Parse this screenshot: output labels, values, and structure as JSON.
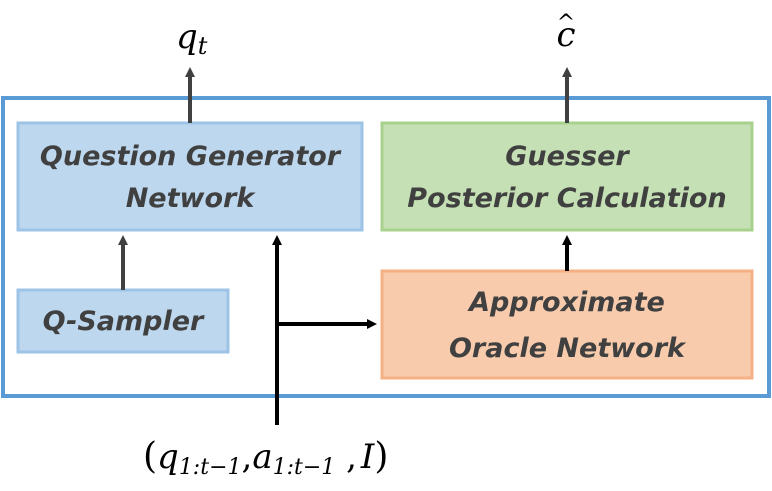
{
  "outputs": {
    "q_base": "q",
    "q_sub": "t",
    "c_hat_base": "c",
    "c_hat_accent": "^"
  },
  "boxes": {
    "question_generator": {
      "line1": "Question Generator",
      "line2": "Network",
      "fill": "#bdd7ee",
      "border": "#9dc3e6"
    },
    "q_sampler": {
      "line1": "Q-Sampler",
      "fill": "#bdd7ee",
      "border": "#9dc3e6"
    },
    "guesser": {
      "line1": "Guesser",
      "line2": "Posterior Calculation",
      "fill": "#c5e0b4",
      "border": "#a9d18e"
    },
    "oracle": {
      "line1": "Approximate",
      "line2": "Oracle Network",
      "fill": "#f8cbad",
      "border": "#f4b183"
    }
  },
  "input_label": {
    "open_paren": "(",
    "q_base": "q",
    "q_sub": "1:t−1",
    "comma1": ",",
    "a_base": "a",
    "a_sub": "1:t−1",
    "comma2": " ,",
    "image": "I",
    "close_paren": ")"
  },
  "colors": {
    "container_border": "#5b9bd5",
    "arrow": "#000000",
    "arrow_dark": "#404040"
  }
}
